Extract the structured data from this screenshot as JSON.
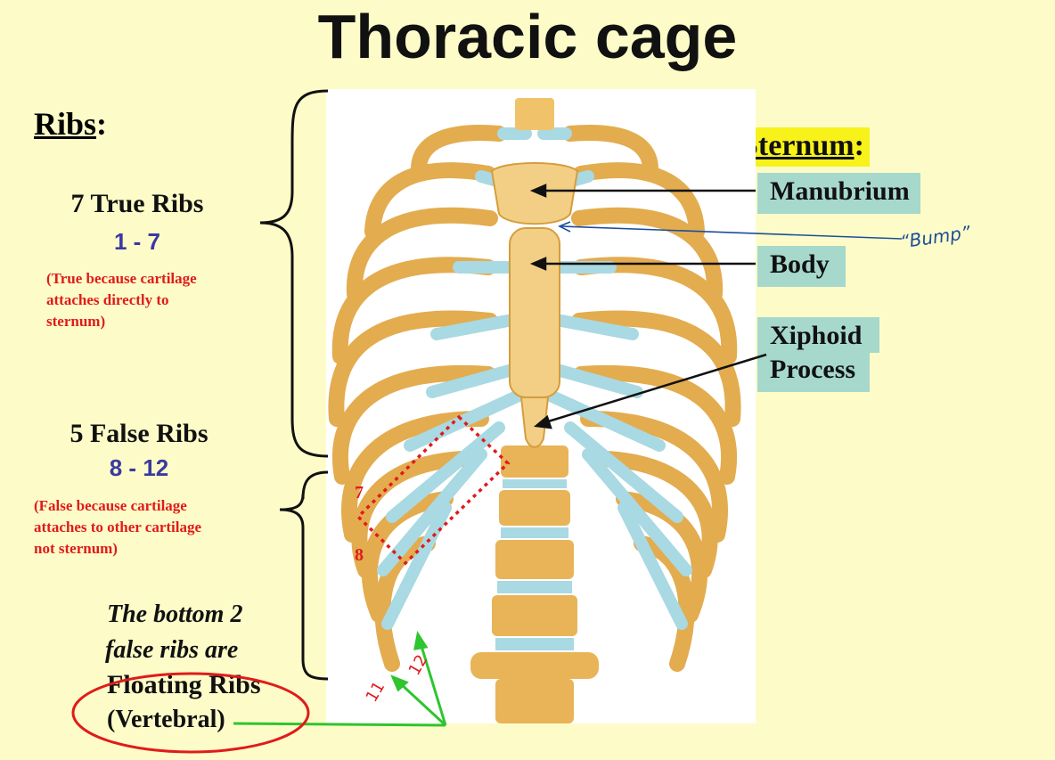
{
  "title": "Thoracic cage",
  "left": {
    "ribs_heading": "Ribs",
    "ribs_colon": ":",
    "true_ribs": {
      "title": "7 True Ribs",
      "range": "1 - 7",
      "note_lines": [
        "(True because cartilage",
        "attaches directly to",
        "sternum)"
      ]
    },
    "false_ribs": {
      "title": "5 False Ribs",
      "range": "8 - 12",
      "note_lines": [
        "(False because cartilage",
        "attaches to other cartilage",
        "not sternum)"
      ]
    },
    "floating": {
      "line1": "The bottom 2",
      "line2": "false ribs are",
      "line3": "Floating Ribs",
      "line4": "(Vertebral)"
    }
  },
  "right": {
    "sternum_heading": "Sternum",
    "sternum_colon": ":",
    "labels": [
      "Manubrium",
      "Body",
      "Xiphoid",
      "Process"
    ],
    "bump_note": "“Bump”"
  },
  "annotations": {
    "rib_7": "7",
    "rib_8": "8",
    "rib_11": "11",
    "rib_12": "12"
  },
  "colors": {
    "background": "#fdfcc8",
    "bone": "#f0c36a",
    "cartilage": "#a9d9e3",
    "label_box": "#a6d8cc",
    "highlight": "#f6f21a",
    "note_red": "#e01b1b",
    "range_blue": "#3a3aa0",
    "arrow_green": "#2ec52e",
    "bump_blue": "#1d4e9a"
  }
}
